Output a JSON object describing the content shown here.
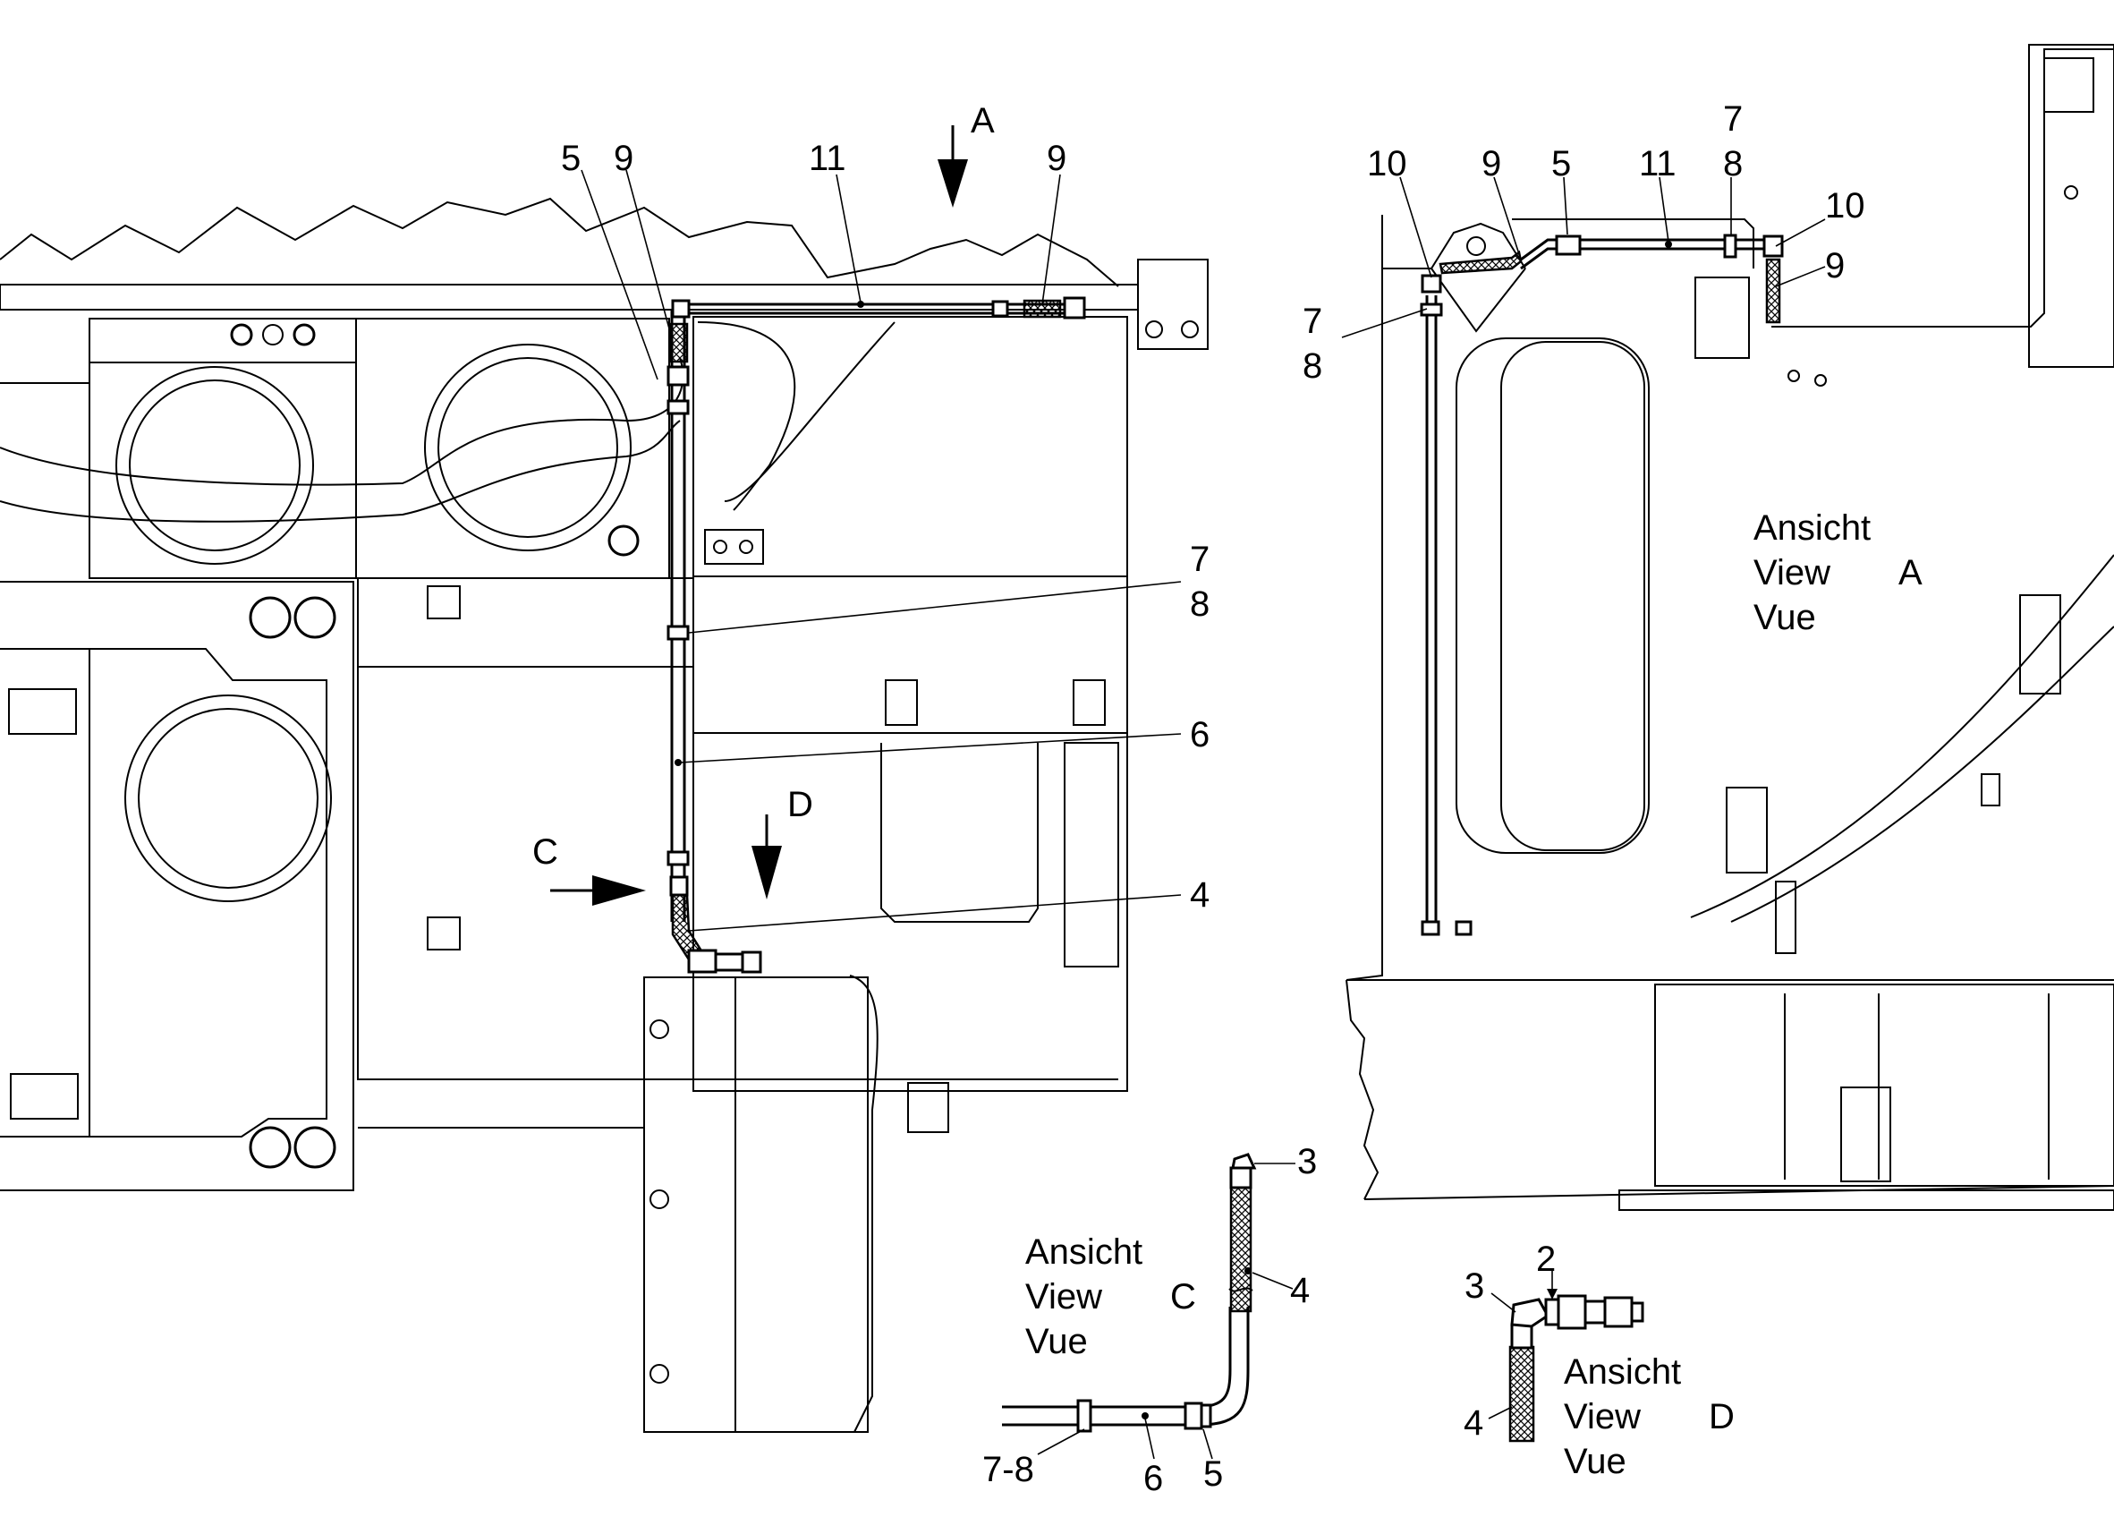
{
  "callouts": {
    "top_5": "5",
    "top_9a": "9",
    "top_11": "11",
    "top_9b": "9",
    "mid_7": "7",
    "mid_8": "8",
    "mid_6": "6",
    "mid_4": "4",
    "arrow_A": "A",
    "arrow_C": "C",
    "arrow_D": "D",
    "a_10a": "10",
    "a_9a": "9",
    "a_5": "5",
    "a_11": "11",
    "a_7a": "7",
    "a_8a": "8",
    "a_10b": "10",
    "a_9b": "9",
    "a_7b": "7",
    "a_8b": "8",
    "c_3": "3",
    "c_4": "4",
    "c_78": "7-8",
    "c_6": "6",
    "c_5": "5",
    "d_3": "3",
    "d_2": "2",
    "d_4": "4"
  },
  "views": {
    "A": {
      "line1": "Ansicht",
      "line2": "View",
      "letter": "A",
      "line3": "Vue"
    },
    "C": {
      "line1": "Ansicht",
      "line2": "View",
      "letter": "C",
      "line3": "Vue"
    },
    "D": {
      "line1": "Ansicht",
      "line2": "View",
      "letter": "D",
      "line3": "Vue"
    }
  }
}
